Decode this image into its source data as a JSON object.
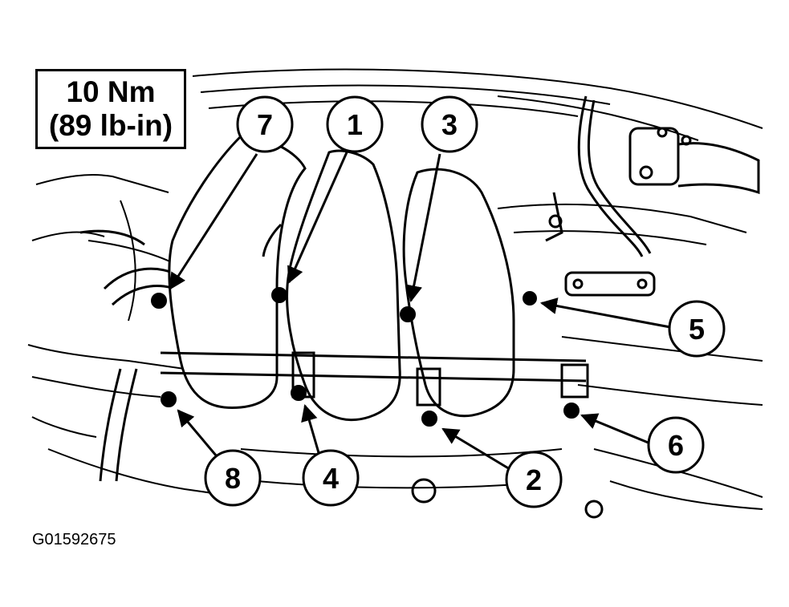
{
  "torque_spec": {
    "metric": "10 Nm",
    "imperial": "(89 lb-in)"
  },
  "figure_id": "G01592675",
  "callouts": [
    {
      "label": "1"
    },
    {
      "label": "2"
    },
    {
      "label": "3"
    },
    {
      "label": "4"
    },
    {
      "label": "5"
    },
    {
      "label": "6"
    },
    {
      "label": "7"
    },
    {
      "label": "8"
    }
  ],
  "colors": {
    "ink": "#000000",
    "paper": "#ffffff"
  }
}
